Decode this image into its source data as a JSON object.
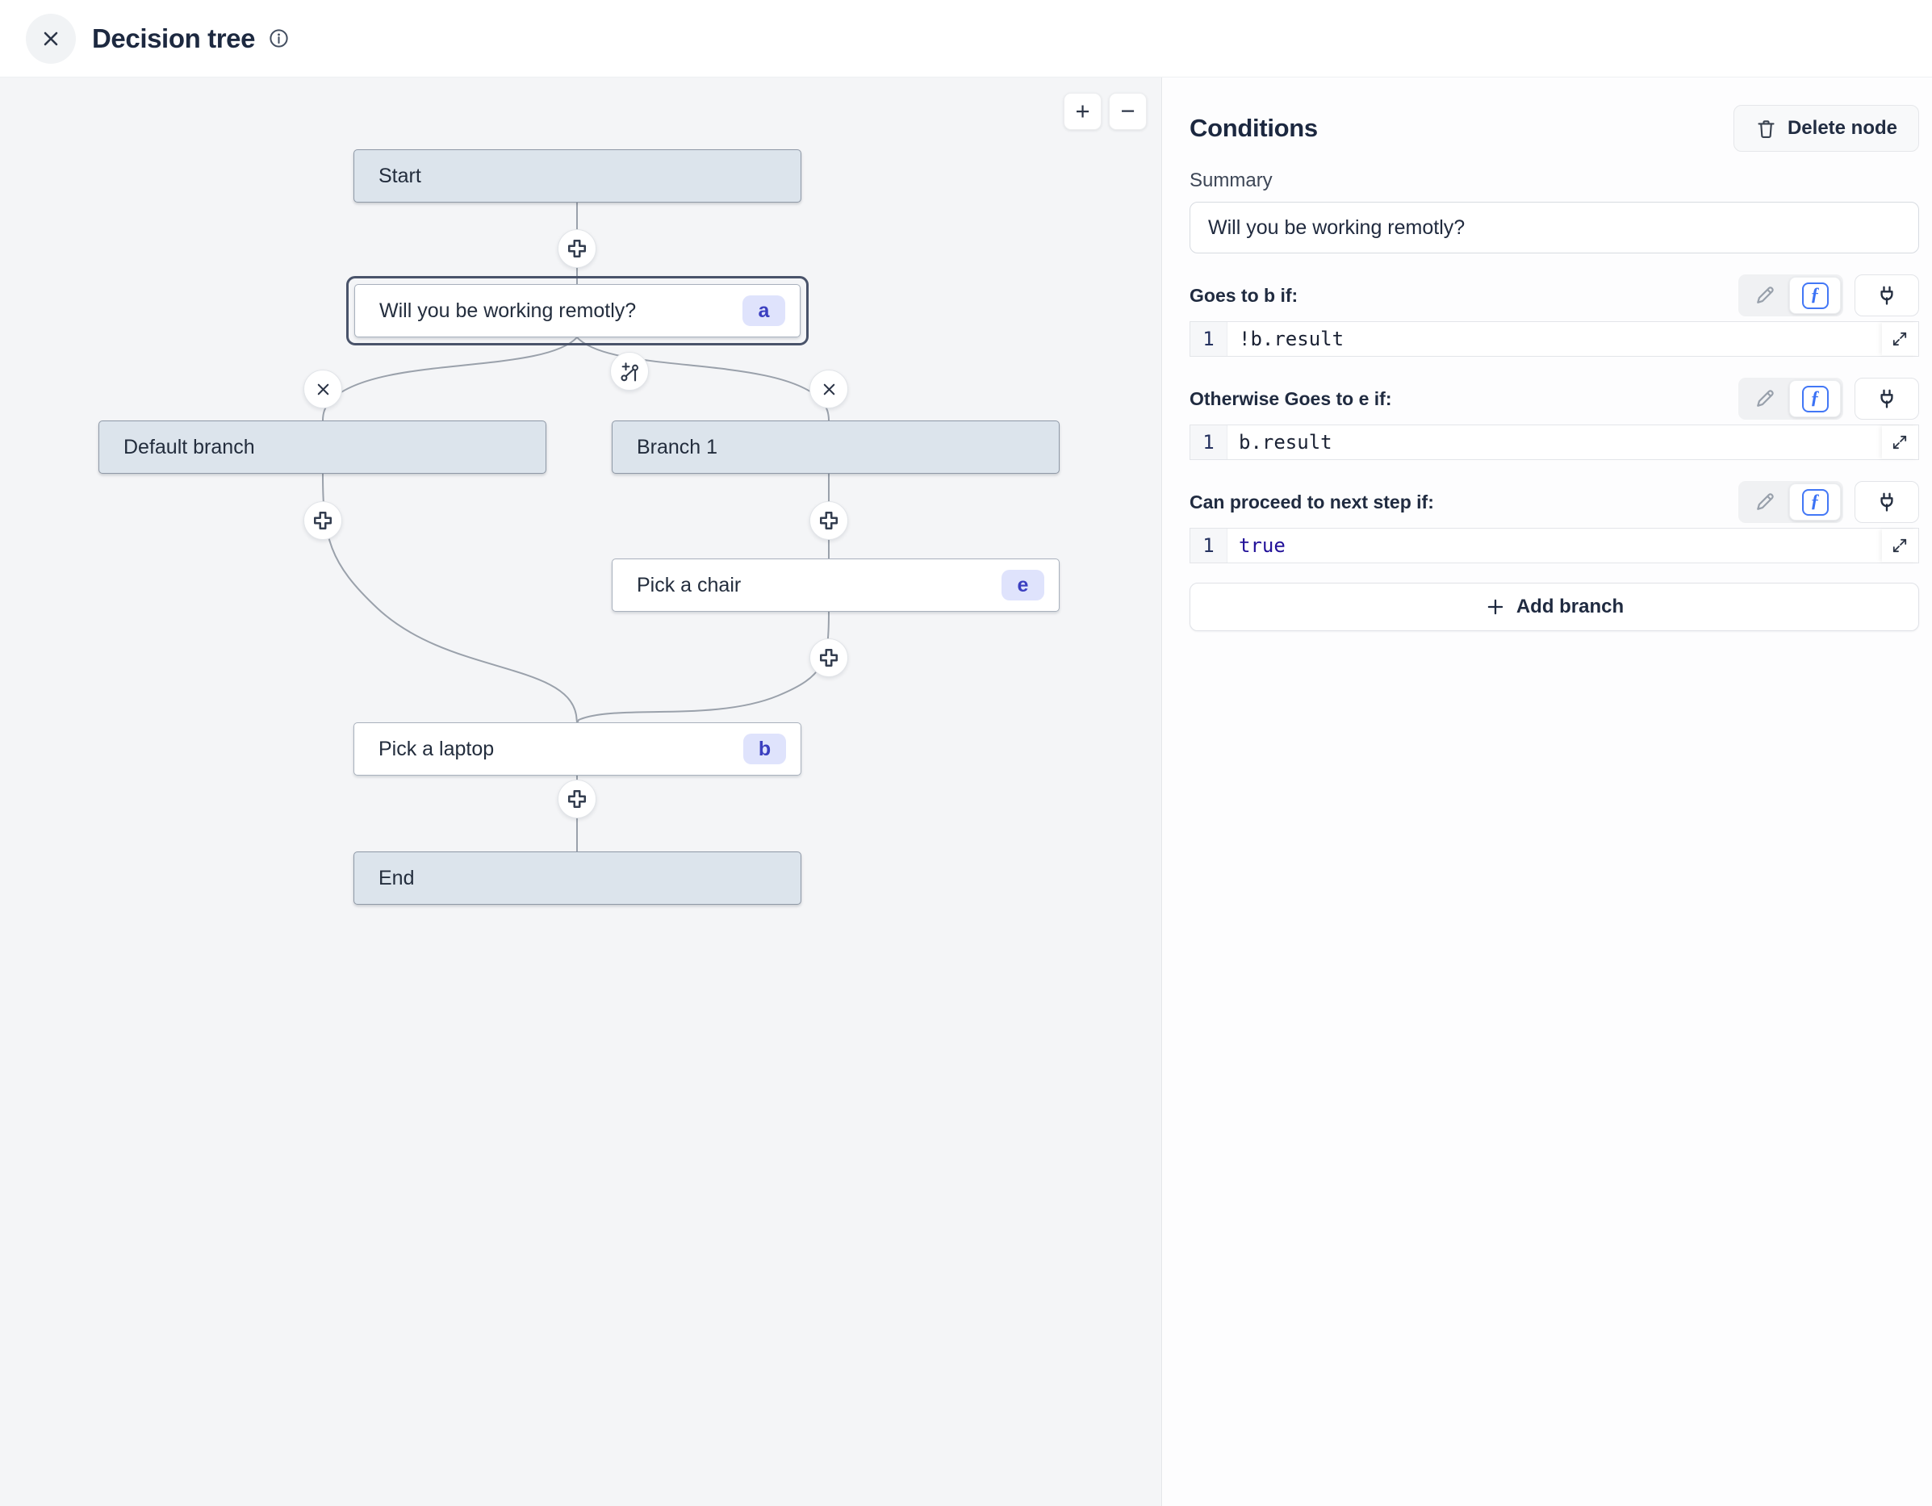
{
  "app": {
    "title": "Decision tree"
  },
  "canvas": {
    "zoom_in_label": "+",
    "zoom_out_label": "−",
    "nodes": [
      {
        "label": "Start"
      },
      {
        "label": "Will you be working remotly?",
        "badge": "a"
      },
      {
        "label": "Default branch"
      },
      {
        "label": "Branch 1"
      },
      {
        "label": "Pick a chair",
        "badge": "e"
      },
      {
        "label": "Pick a laptop",
        "badge": "b"
      },
      {
        "label": "End"
      }
    ]
  },
  "panel": {
    "title": "Conditions",
    "delete_button_label": "Delete node",
    "summary_label": "Summary",
    "summary_value": "Will you be working remotly?",
    "sections": [
      {
        "label": "Goes to b if:",
        "line_number": "1",
        "code": "!b.result",
        "tone": "plain"
      },
      {
        "label": "Otherwise Goes to e if:",
        "line_number": "1",
        "code": "b.result",
        "tone": "plain"
      },
      {
        "label": "Can proceed to next step if:",
        "line_number": "1",
        "code": "true",
        "tone": "atom"
      }
    ],
    "add_branch_label": "Add branch"
  },
  "colors": {
    "accent_blue": "#4277f6",
    "code_atom": "#221199",
    "badge_bg": "#dfe3fc",
    "badge_text": "#3b3fc0",
    "node_gray_fill": "#dce4ec",
    "canvas_bg": "#f4f5f7",
    "selection_ring": "#49536a"
  }
}
